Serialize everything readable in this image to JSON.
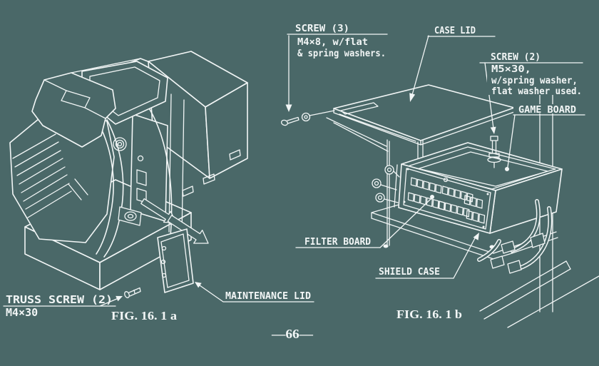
{
  "page_number": "—66—",
  "colors": {
    "background": "#4a6868",
    "line_art": "#f2f6f6"
  },
  "figure_a": {
    "caption": "FIG. 16. 1 a",
    "labels": {
      "truss_screw_line1": "TRUSS SCREW (2)",
      "truss_screw_line2": "M4×30",
      "maintenance_lid": "MAINTENANCE LID"
    }
  },
  "figure_b": {
    "caption": "FIG. 16. 1 b",
    "labels": {
      "screw3_line1": "SCREW (3)",
      "screw3_line2": "M4×8, w/flat",
      "screw3_line3": "& spring washers.",
      "case_lid": "CASE LID",
      "screw2_line1": "SCREW (2)",
      "screw2_line2": "M5×30,",
      "screw2_line3": "w/spring washer,",
      "screw2_line4": "flat washer used.",
      "game_board": "GAME BOARD",
      "filter_board": "FILTER BOARD",
      "shield_case": "SHIELD CASE"
    }
  }
}
